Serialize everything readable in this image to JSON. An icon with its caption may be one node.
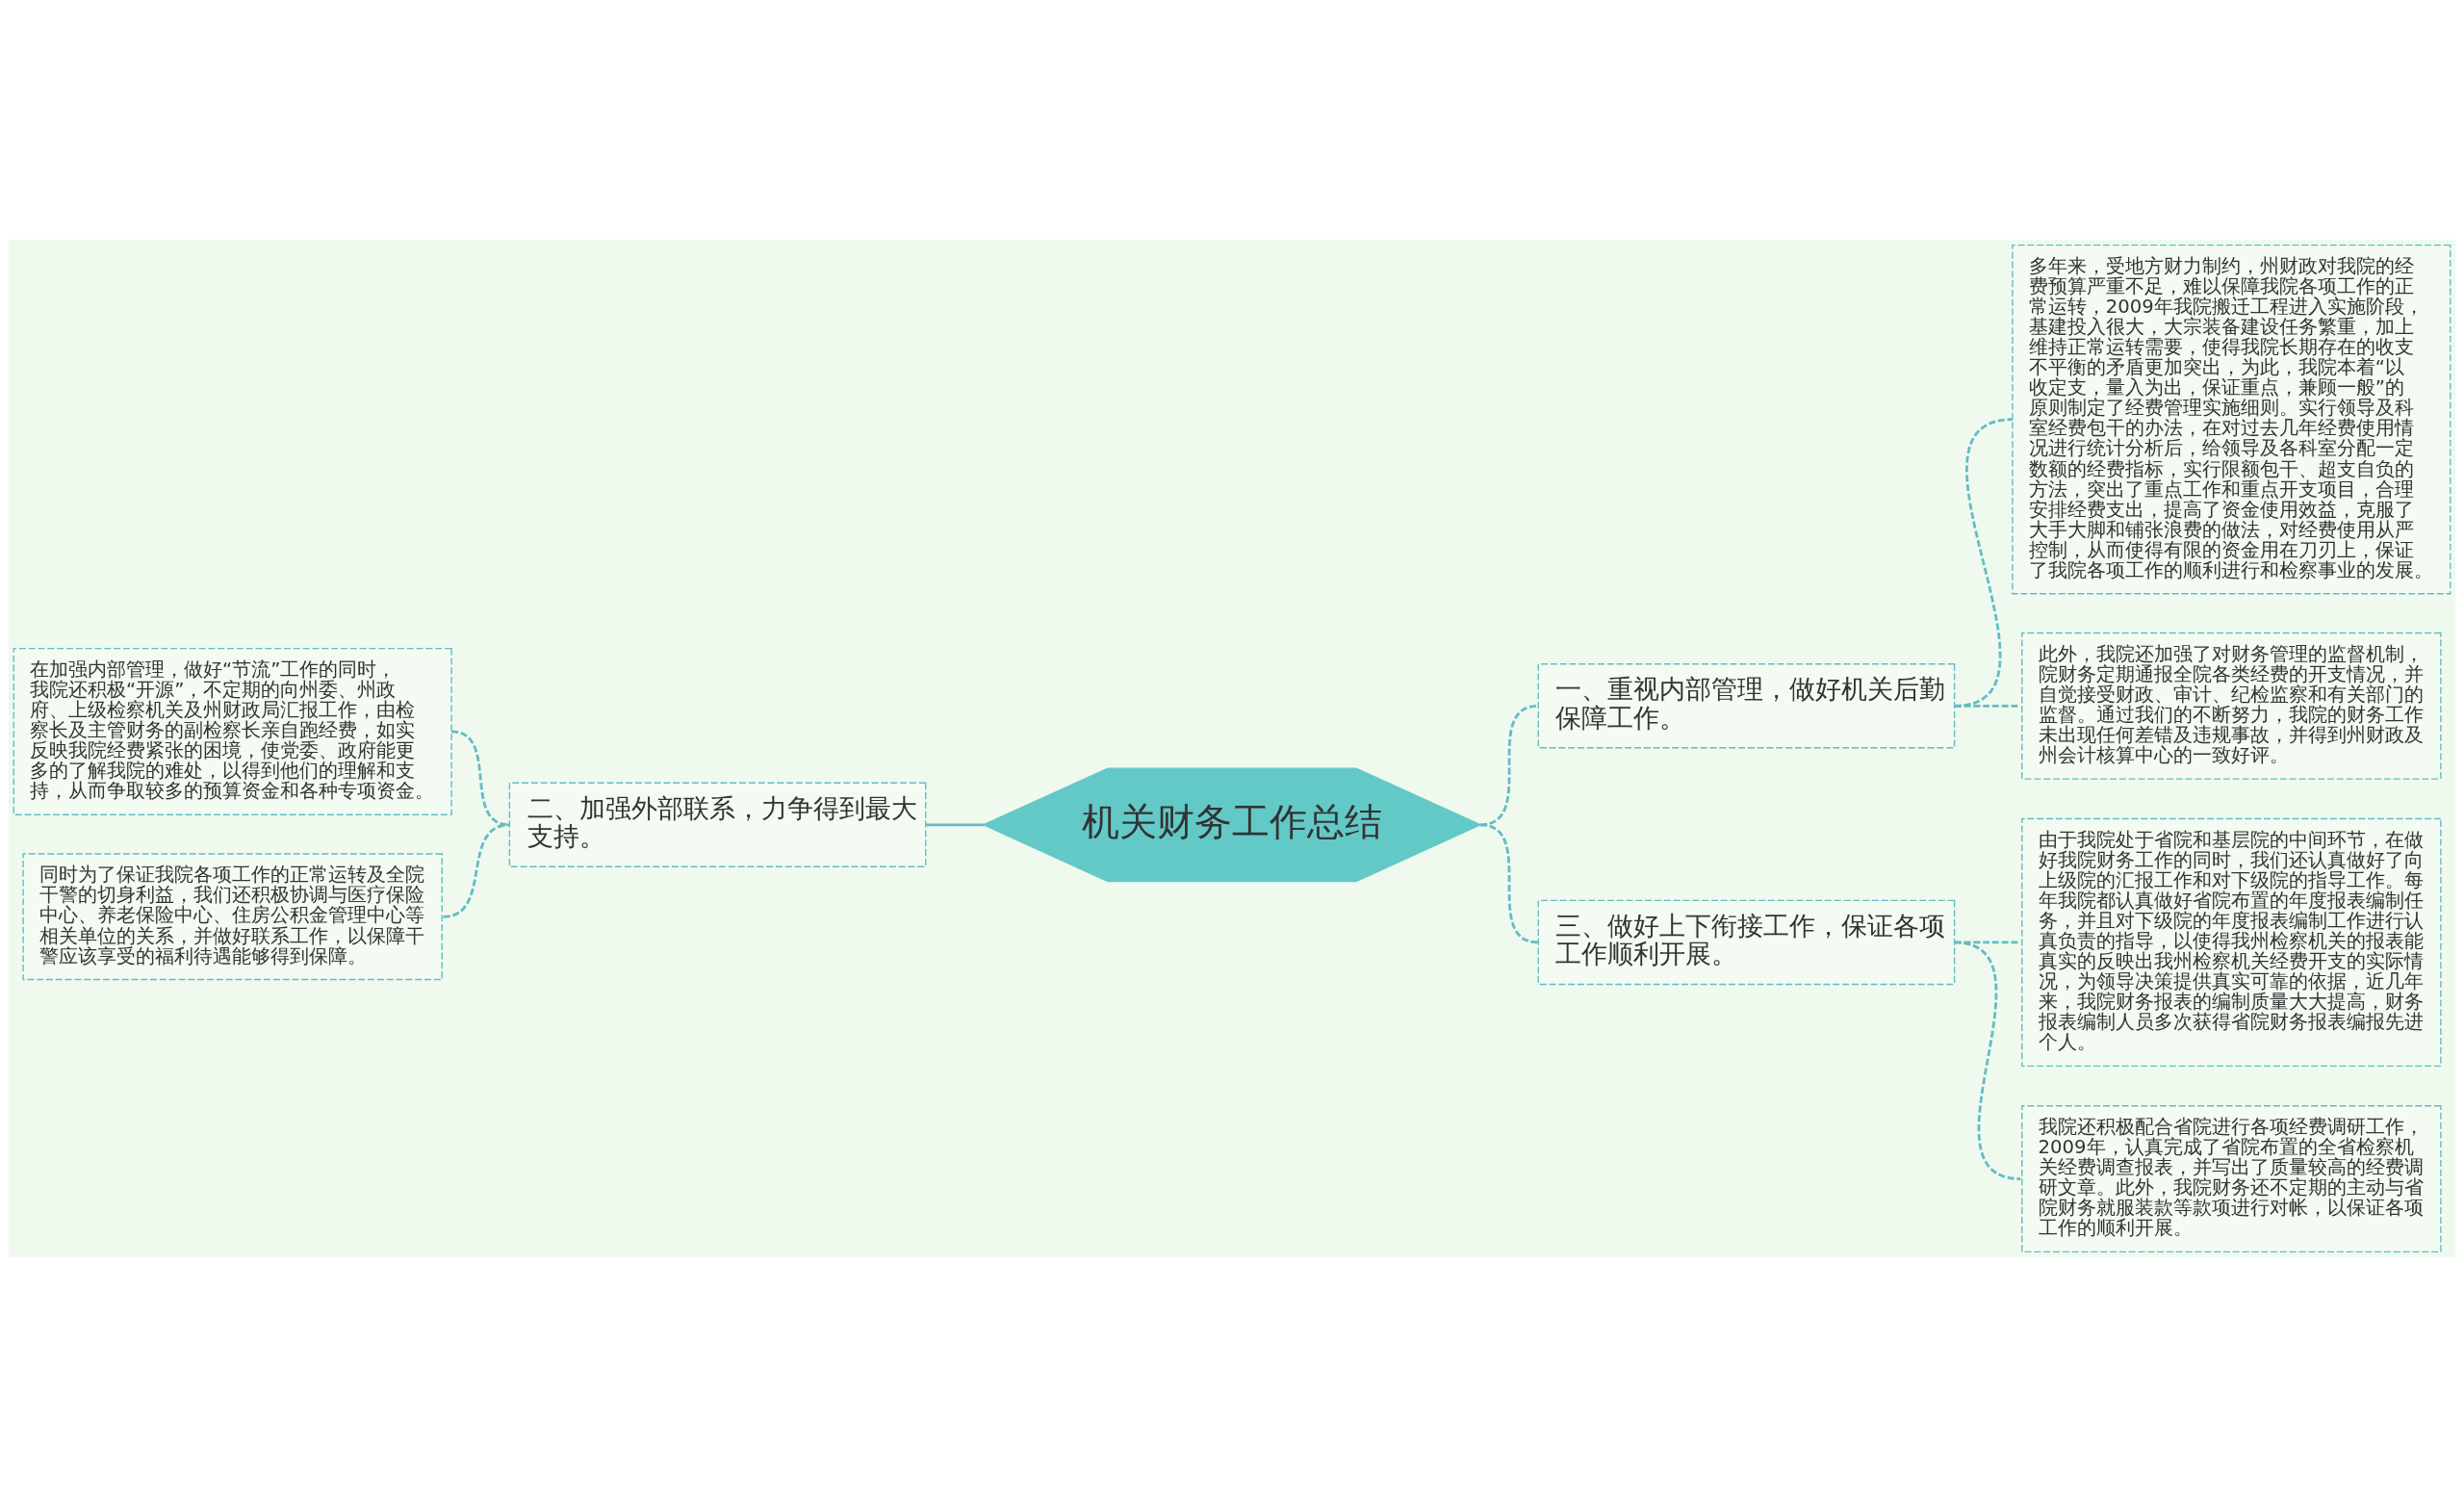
{
  "diagram": {
    "nodes": [
      {
        "text": [
          "机关财务工作总结"
        ]
      },
      {
        "text": [
          "一、重视内部管理，做好机关后勤保障工作。"
        ]
      },
      {
        "text": [
          "多年来，受地方财力制约，州财政对我院的经费预算严重不足，难以保障我院各项工作的正常运转，2009年我院搬迁工程进入实施阶段，基建投入很大，大宗装备建设任务繁重，加上维持正常运转需要，使得我院长期存在的收支不平衡的矛盾更加突出，为此，我院本着“以收定支，量入为出，保证重点，兼顾一般”的原则制定了经费管理实施细则。实行领导及科室经费包干的办法，在对过去几年经费使用情况进行统计分析后，给领导及各科室分配一定数额的经费指标，实行限额包干、超支自负的方法，突出了重点工作和重点开支项目，合理安排经费支出，提高了资金使用效益，克服了大手大脚和铺张浪费的做法，对经费使用从严控制，从而使得有限的资金用在刀刃上，保证了我院各项工作的顺利进行和检察事业的发展。"
        ]
      },
      {
        "text": [
          "此外，我院还加强了对财务管理的监督机制，院财务定期通报全院各类经费的开支情况，并自觉接受财政、审计、纪检监察和有关部门的监督。通过我们的不断努力，我院的财务工作未出现任何差错及违规事故，并得到州财政及州会计核算中心的一致好评。"
        ]
      },
      {
        "text": [
          "二、加强外部联系，力争得到最大支持。"
        ]
      },
      {
        "text": [
          "在加强内部管理，做好“节流”工作的同时，我院还积极“开源”，不定期的向州委、州政府、上级检察机关及州财政局汇报工作，由检察长及主管财务的副检察长亲自跑经费，如实反映我院经费紧张的困境，使党委、政府能更多的了解我院的难处，以得到他们的理解和支持，从而争取较多的预算资金和各种专项资金。"
        ]
      },
      {
        "text": [
          "同时为了保证我院各项工作的正常运转及全院干警的切身利益，我们还积极协调与医疗保险中心、养老保险中心、住房公积金管理中心等相关单位的关系，并做好联系工作，以保障干警应该享受的福利待遇能够得到保障。"
        ]
      },
      {
        "text": [
          "三、做好上下衔接工作，保证各项工作顺利开展。"
        ]
      },
      {
        "text": [
          "由于我院处于省院和基层院的中间环节，在做好我院财务工作的同时，我们还认真做好了向上级院的汇报工作和对下级院的指导工作。每年我院都认真做好省院布置的年度报表编制任务，并且对下级院的年度报表编制工作进行认真负责的指导，以使得我州检察机关的报表能真实的反映出我州检察机关经费开支的实际情况，为领导决策提供真实可靠的依据，近几年来，我院财务报表的编制质量大大提高，财务报表编制人员多次获得省院财务报表编报先进个人。"
        ]
      },
      {
        "text": [
          "我院还积极配合省院进行各项经费调研工作，2009年，认真完成了省院布置的全省检察机关经费调查报表，并写出了质量较高的经费调研文章。此外，我院财务还不定期的主动与省院财务就服装款等款项进行对帐，以保证各项工作的顺利开展。"
        ]
      }
    ],
    "edges": [
      {
        "from": 0,
        "to": 1,
        "arrow": "none",
        "style": "dashed"
      },
      {
        "from": 1,
        "to": 2,
        "arrow": "none",
        "style": "dashed"
      },
      {
        "from": 1,
        "to": 3,
        "arrow": "none",
        "style": "dashed"
      },
      {
        "from": 0,
        "to": 4,
        "arrow": "none"
      },
      {
        "from": 4,
        "to": 5,
        "arrow": "none",
        "style": "dashed"
      },
      {
        "from": 4,
        "to": 6,
        "arrow": "none",
        "style": "dashed"
      },
      {
        "from": 0,
        "to": 7,
        "arrow": "none",
        "style": "dashed"
      },
      {
        "from": 7,
        "to": 8,
        "arrow": "none",
        "style": "dashed"
      },
      {
        "from": 7,
        "to": 9,
        "arrow": "none",
        "style": "dashed"
      }
    ]
  }
}
